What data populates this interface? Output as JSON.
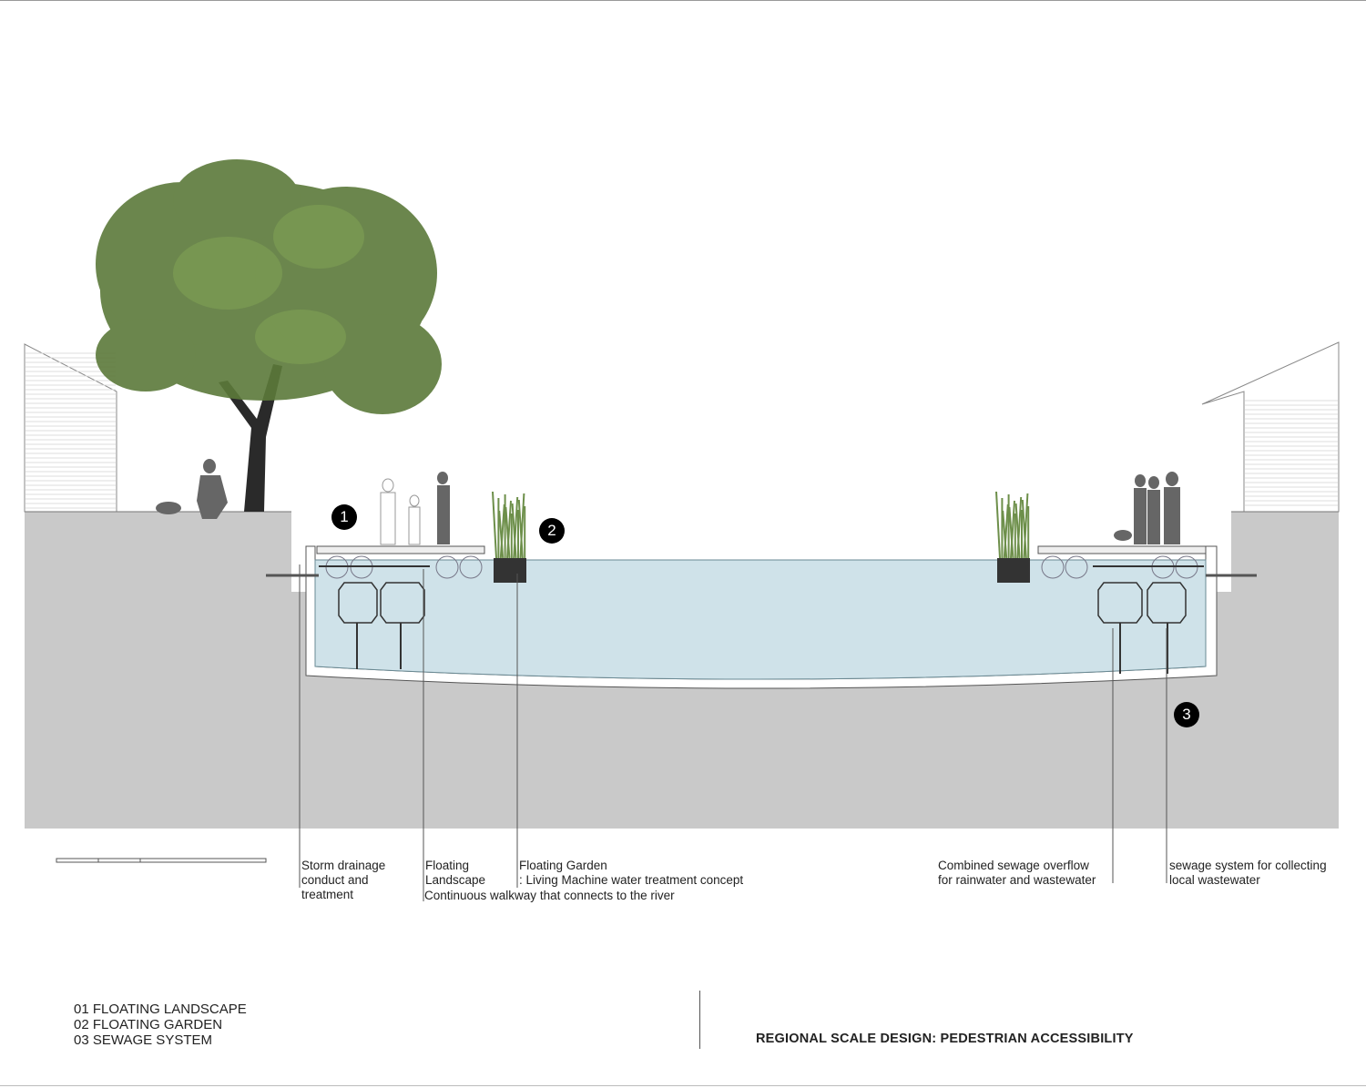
{
  "markers": [
    "1",
    "2",
    "3"
  ],
  "labels": {
    "storm": "Storm drainage\nconduct and\ntreatment",
    "floating_landscape": "Floating\nLandscape",
    "floating_garden": "Floating Garden\n: Living Machine water treatment concept",
    "walkway": "Continuous walkway that connects to the river",
    "combined": "Combined sewage overflow\nfor rainwater and wastewater",
    "sewage": "sewage system for collecting\nlocal wastewater"
  },
  "legend": [
    "01 FLOATING LANDSCAPE",
    "02 FLOATING GARDEN",
    "03 SEWAGE SYSTEM"
  ],
  "title": "REGIONAL SCALE DESIGN: PEDESTRIAN ACCESSIBILITY",
  "colors": {
    "ground": "#c9c9c9",
    "water": "#cfe2e9",
    "foliage": "#5c7a3a"
  }
}
